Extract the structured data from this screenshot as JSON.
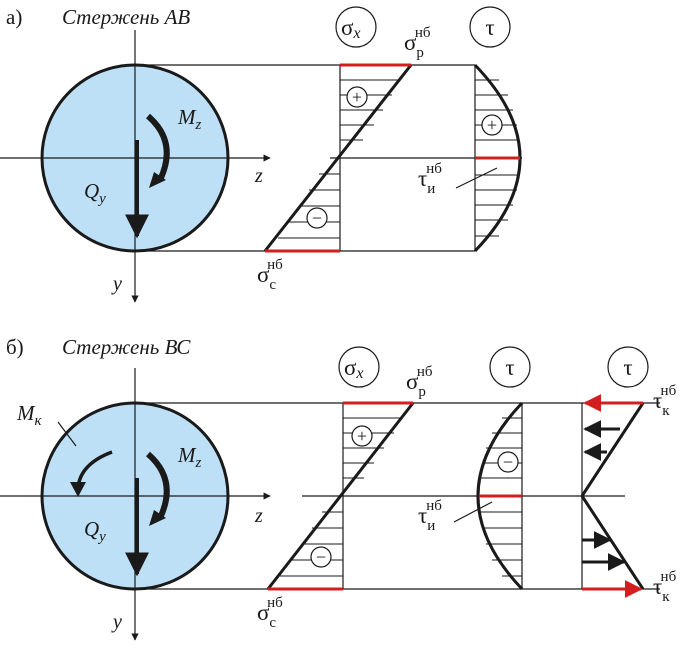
{
  "colors": {
    "disk": "#bde0f6",
    "ink": "#1a1a1a",
    "accent": "#d11f1f"
  },
  "part_a": {
    "label": "а)",
    "title": "Стержень АВ",
    "moment_z": "M",
    "moment_z_sub": "z",
    "shear_y": "Q",
    "shear_y_sub": "y",
    "axis_z": "z",
    "axis_y": "y",
    "sigma_x_symbol": "σ",
    "sigma_x_sub": "x",
    "tau_symbol": "τ",
    "sigma_p": "σ",
    "sigma_p_sub": "р",
    "sigma_p_sup": "нб",
    "sigma_c": "σ",
    "sigma_c_sub": "с",
    "sigma_c_sup": "нб",
    "tau_i": "τ",
    "tau_i_sub": "и",
    "tau_i_sup": "нб",
    "sign_plus": "+",
    "sign_minus": "−"
  },
  "part_b": {
    "label": "б)",
    "title": "Стержень ВС",
    "moment_k": "M",
    "moment_k_sub": "к",
    "moment_z": "M",
    "moment_z_sub": "z",
    "shear_y": "Q",
    "shear_y_sub": "y",
    "axis_z": "z",
    "axis_y": "y",
    "sigma_x_symbol": "σ",
    "sigma_x_sub": "x",
    "tau_symbol_1": "τ",
    "tau_symbol_2": "τ",
    "sigma_p": "σ",
    "sigma_p_sub": "р",
    "sigma_p_sup": "нб",
    "sigma_c": "σ",
    "sigma_c_sub": "с",
    "sigma_c_sup": "нб",
    "tau_i": "τ",
    "tau_i_sub": "и",
    "tau_i_sup": "нб",
    "tau_k_top": "τ",
    "tau_k_top_sub": "к",
    "tau_k_top_sup": "нб",
    "tau_k_bot": "τ",
    "tau_k_bot_sub": "к",
    "tau_k_bot_sup": "нб",
    "sign_plus": "+",
    "sign_minus": "−"
  }
}
